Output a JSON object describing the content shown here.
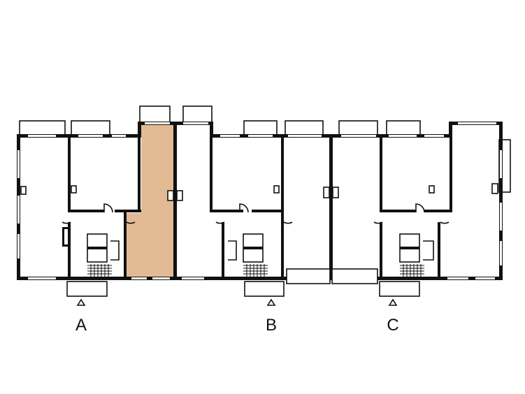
{
  "plan": {
    "highlight_color": "#e2bb94",
    "wall_color": "#111111",
    "entrances": [
      {
        "id": "a",
        "label": "A",
        "marker": "triangle-up-icon"
      },
      {
        "id": "b",
        "label": "B",
        "marker": "triangle-up-icon"
      },
      {
        "id": "c",
        "label": "C",
        "marker": "triangle-up-icon"
      }
    ]
  }
}
